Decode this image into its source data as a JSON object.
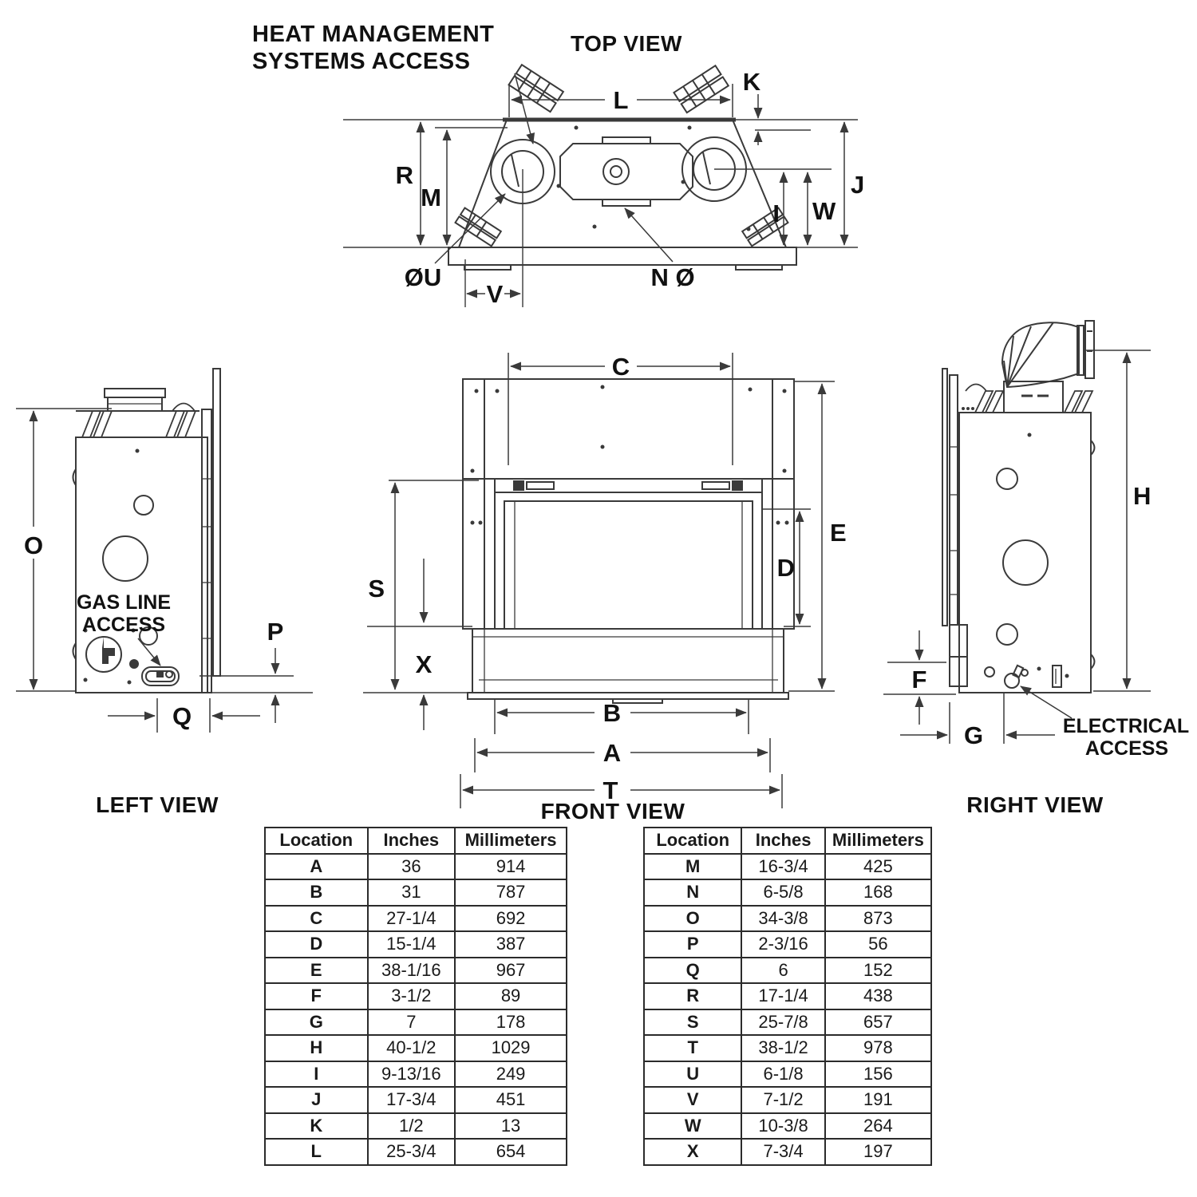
{
  "colors": {
    "background": "#ffffff",
    "line": "#3a3a3a",
    "text": "#111111",
    "table_border": "#2b2b2b"
  },
  "top_view": {
    "title": "TOP VIEW",
    "callout_line1": "HEAT MANAGEMENT",
    "callout_line2": "SYSTEMS ACCESS",
    "dim_L": "L",
    "dim_K": "K",
    "dim_R": "R",
    "dim_M": "M",
    "dim_I": "I",
    "dim_W": "W",
    "dim_J": "J",
    "dim_OU": "ØU",
    "dim_V": "V",
    "dim_N": "N Ø"
  },
  "left_view": {
    "title": "LEFT VIEW",
    "callout_line1": "GAS LINE",
    "callout_line2": "ACCESS",
    "dim_O": "O",
    "dim_P": "P",
    "dim_Q": "Q"
  },
  "front_view": {
    "title": "FRONT VIEW",
    "dim_C": "C",
    "dim_E": "E",
    "dim_D": "D",
    "dim_S": "S",
    "dim_X": "X",
    "dim_B": "B",
    "dim_A": "A",
    "dim_T": "T"
  },
  "right_view": {
    "title": "RIGHT VIEW",
    "callout_line1": "ELECTRICAL",
    "callout_line2": "ACCESS",
    "dim_H": "H",
    "dim_F": "F",
    "dim_G": "G"
  },
  "dimension_tables": {
    "headers": [
      "Location",
      "Inches",
      "Millimeters"
    ],
    "table1": [
      [
        "A",
        "36",
        "914"
      ],
      [
        "B",
        "31",
        "787"
      ],
      [
        "C",
        "27-1/4",
        "692"
      ],
      [
        "D",
        "15-1/4",
        "387"
      ],
      [
        "E",
        "38-1/16",
        "967"
      ],
      [
        "F",
        "3-1/2",
        "89"
      ],
      [
        "G",
        "7",
        "178"
      ],
      [
        "H",
        "40-1/2",
        "1029"
      ],
      [
        "I",
        "9-13/16",
        "249"
      ],
      [
        "J",
        "17-3/4",
        "451"
      ],
      [
        "K",
        "1/2",
        "13"
      ],
      [
        "L",
        "25-3/4",
        "654"
      ]
    ],
    "table2": [
      [
        "M",
        "16-3/4",
        "425"
      ],
      [
        "N",
        "6-5/8",
        "168"
      ],
      [
        "O",
        "34-3/8",
        "873"
      ],
      [
        "P",
        "2-3/16",
        "56"
      ],
      [
        "Q",
        "6",
        "152"
      ],
      [
        "R",
        "17-1/4",
        "438"
      ],
      [
        "S",
        "25-7/8",
        "657"
      ],
      [
        "T",
        "38-1/2",
        "978"
      ],
      [
        "U",
        "6-1/8",
        "156"
      ],
      [
        "V",
        "7-1/2",
        "191"
      ],
      [
        "W",
        "10-3/8",
        "264"
      ],
      [
        "X",
        "7-3/4",
        "197"
      ]
    ]
  }
}
